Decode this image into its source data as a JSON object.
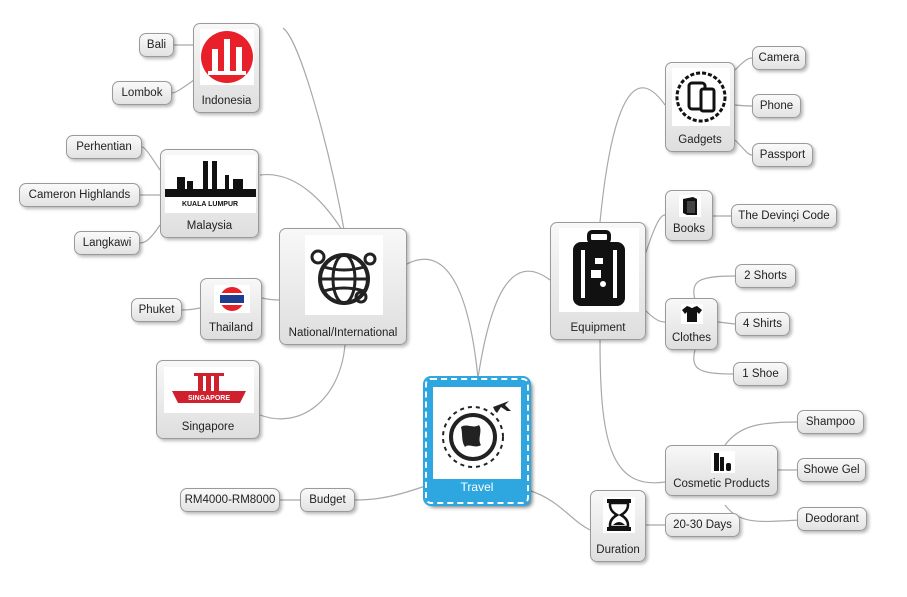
{
  "central": {
    "label": "Travel",
    "icon": "globe-plane-icon"
  },
  "national": {
    "label": "National/International",
    "icon": "globe-pins-icon",
    "countries": {
      "indonesia": {
        "label": "Indonesia",
        "icon": "indonesia-landmarks-icon",
        "places": [
          "Bali",
          "Lombok"
        ]
      },
      "malaysia": {
        "label": "Malaysia",
        "icon": "kuala-lumpur-skyline-icon",
        "image_text": "KUALA LUMPUR",
        "places": [
          "Perhentian",
          "Cameron Highlands",
          "Langkawi"
        ]
      },
      "thailand": {
        "label": "Thailand",
        "icon": "thailand-flag-icon",
        "places": [
          "Phuket"
        ]
      },
      "singapore": {
        "label": "Singapore",
        "icon": "singapore-skyline-icon",
        "image_text": "SINGAPORE"
      }
    }
  },
  "budget": {
    "label": "Budget",
    "value": "RM4000-RM8000"
  },
  "equipment": {
    "label": "Equipment",
    "icon": "luggage-icon",
    "gadgets": {
      "label": "Gadgets",
      "icon": "devices-icon",
      "items": [
        "Camera",
        "Phone",
        "Passport"
      ]
    },
    "books": {
      "label": "Books",
      "icon": "book-icon",
      "items": [
        "The Devinçi Code"
      ]
    },
    "clothes": {
      "label": "Clothes",
      "icon": "tshirt-icon",
      "items": [
        "2 Shorts",
        "4 Shirts",
        "1 Shoe"
      ]
    },
    "cosmetic": {
      "label": "Cosmetic Products",
      "icon": "cosmetics-icon",
      "items": [
        "Shampoo",
        "Showe Gel",
        "Deodorant"
      ]
    }
  },
  "duration": {
    "label": "Duration",
    "icon": "hourglass-icon",
    "value": "20-30 Days"
  },
  "colors": {
    "central": "#2ea7e0",
    "link": "#a9a9a9",
    "indonesia_red": "#e8202a",
    "singapore_red": "#d0202e"
  }
}
